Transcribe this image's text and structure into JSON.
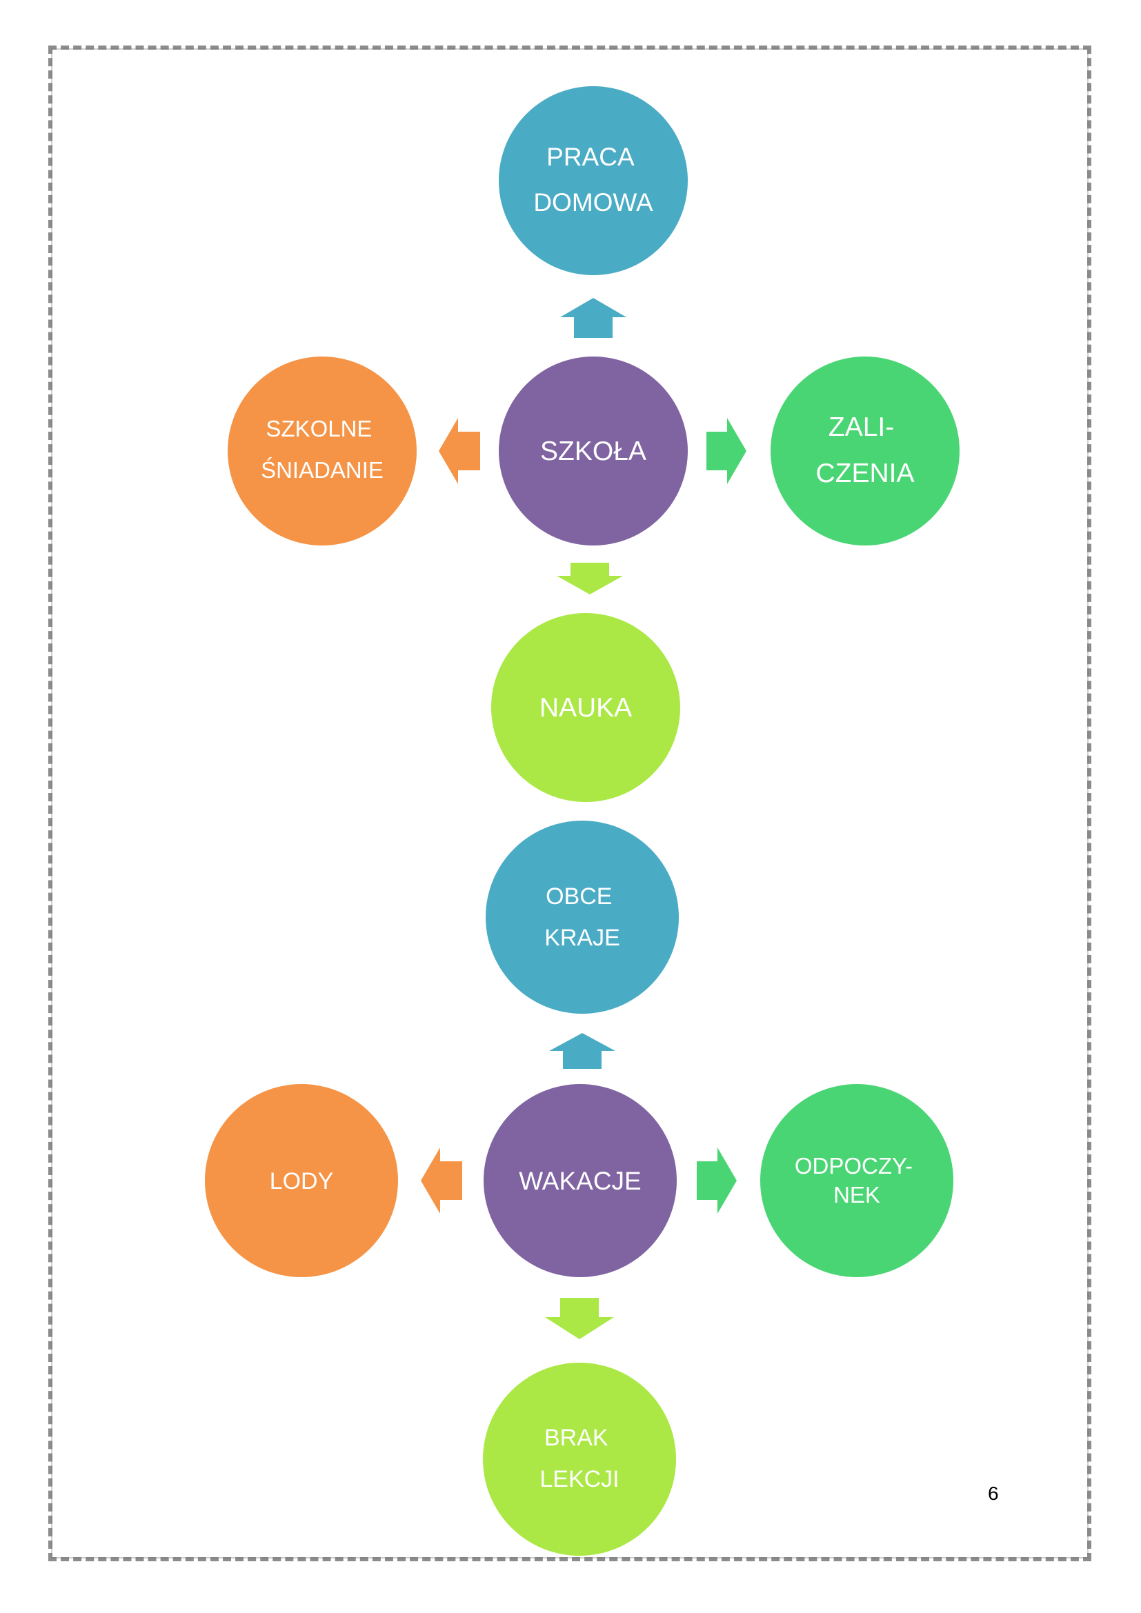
{
  "colors": {
    "blue": "#4aabc5",
    "purple": "#8064a2",
    "orange": "#f59446",
    "green": "#4ad574",
    "lime": "#abe845"
  },
  "diagram_1": {
    "center": {
      "lines": [
        "SZKOŁA"
      ]
    },
    "top": {
      "lines": [
        "PRACA",
        "DOMOWA"
      ]
    },
    "left": {
      "lines": [
        "SZKOLNE",
        "ŚNIADANIE"
      ]
    },
    "right": {
      "lines": [
        "ZALI-",
        "CZENIA"
      ]
    },
    "bottom": {
      "lines": [
        "NAUKA"
      ]
    }
  },
  "diagram_2": {
    "center": {
      "lines": [
        "WAKACJE"
      ]
    },
    "top": {
      "lines": [
        "OBCE",
        "KRAJE"
      ]
    },
    "left": {
      "lines": [
        "LODY"
      ]
    },
    "right": {
      "lines": [
        "ODPOCZY-",
        "NEK"
      ]
    },
    "bottom": {
      "lines": [
        "BRAK",
        "LEKCJI"
      ]
    }
  },
  "page_number": "6"
}
